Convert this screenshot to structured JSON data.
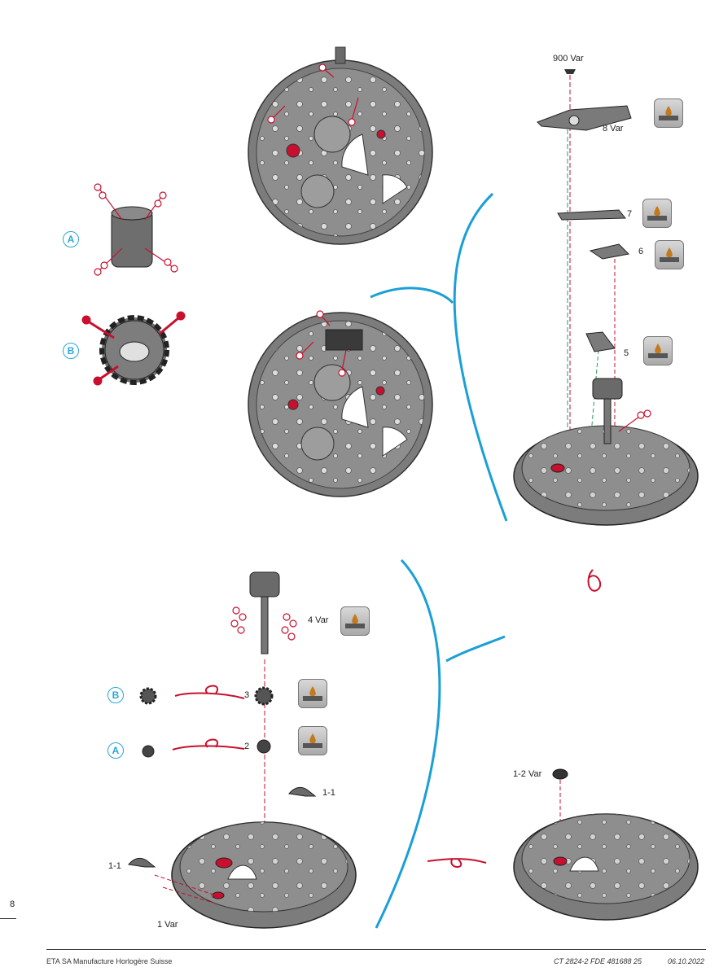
{
  "page_number": "8",
  "labels": {
    "l900": "900 Var",
    "l8": "8 Var",
    "l7": "7",
    "l6": "6",
    "l5": "5",
    "l4": "4 Var",
    "l3": "3",
    "l2": "2",
    "l11a": "1-1",
    "l11b": "1-1",
    "l1": "1 Var",
    "l12": "1-2 Var"
  },
  "markers": {
    "A": "A",
    "B": "B",
    "A2": "A",
    "B2": "B"
  },
  "footer": {
    "left": "ETA SA Manufacture Horlogère Suisse",
    "ref": "CT 2824-2 FDE 481688 25",
    "date": "06.10.2022"
  },
  "colors": {
    "accent_blue": "#1a9fd6",
    "accent_red": "#c8102e",
    "part_grey": "#8a8a8a"
  }
}
